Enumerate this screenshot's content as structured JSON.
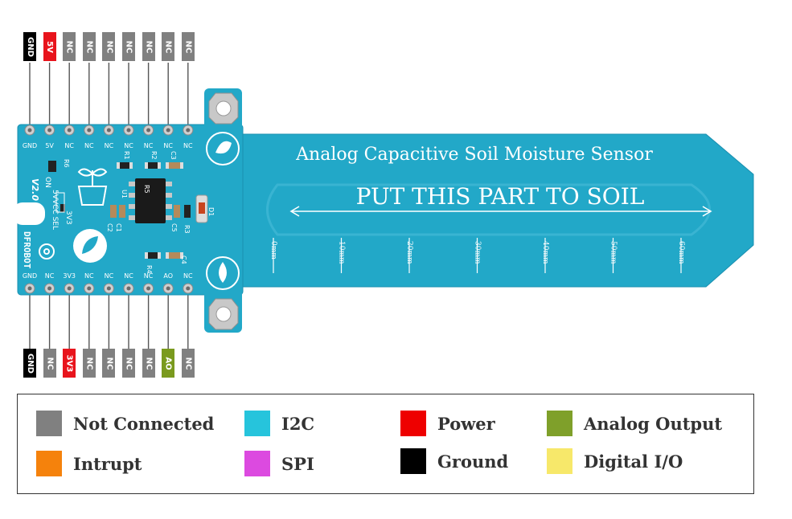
{
  "board": {
    "title": "Analog Capacitive Soil Moisture Sensor",
    "instruction": "PUT THIS PART TO SOIL",
    "scale_marks": [
      "0mm",
      "10mm",
      "20mm",
      "30mm",
      "40mm",
      "50mm",
      "60mm"
    ],
    "version": "V2.0",
    "brand": "DFROBOT",
    "vcc_sel": "VCC SEL",
    "opt_5v": "5V",
    "opt_3v3": "3V3",
    "opt_on": "ON",
    "components": [
      "R1",
      "R2",
      "R3",
      "R4",
      "R5",
      "R6",
      "C1",
      "C2",
      "C3",
      "C4",
      "C5",
      "U1",
      "D1"
    ],
    "top_silk": [
      "GND",
      "5V",
      "NC",
      "NC",
      "NC",
      "NC",
      "NC",
      "NC",
      "NC"
    ],
    "bottom_silk": [
      "GND",
      "NC",
      "3V3",
      "NC",
      "NC",
      "NC",
      "NC",
      "AO",
      "NC"
    ]
  },
  "top_pins": [
    {
      "label": "GND",
      "color": "#000000"
    },
    {
      "label": "5V",
      "color": "#e8141c"
    },
    {
      "label": "NC",
      "color": "#808080"
    },
    {
      "label": "NC",
      "color": "#808080"
    },
    {
      "label": "NC",
      "color": "#808080"
    },
    {
      "label": "NC",
      "color": "#808080"
    },
    {
      "label": "NC",
      "color": "#808080"
    },
    {
      "label": "NC",
      "color": "#808080"
    },
    {
      "label": "NC",
      "color": "#808080"
    }
  ],
  "bottom_pins": [
    {
      "label": "GND",
      "color": "#000000"
    },
    {
      "label": "NC",
      "color": "#808080"
    },
    {
      "label": "3V3",
      "color": "#e8141c"
    },
    {
      "label": "NC",
      "color": "#808080"
    },
    {
      "label": "NC",
      "color": "#808080"
    },
    {
      "label": "NC",
      "color": "#808080"
    },
    {
      "label": "NC",
      "color": "#808080"
    },
    {
      "label": "AO",
      "color": "#7a9a1e"
    },
    {
      "label": "NC",
      "color": "#808080"
    }
  ],
  "legend": [
    {
      "label": "Not Connected",
      "color": "#808080"
    },
    {
      "label": "I2C",
      "color": "#26c4dc"
    },
    {
      "label": "Power",
      "color": "#ee0000"
    },
    {
      "label": "Analog Output",
      "color": "#7fa02a"
    },
    {
      "label": "Intrupt",
      "color": "#f5820c"
    },
    {
      "label": "SPI",
      "color": "#dc4ae0"
    },
    {
      "label": "Ground",
      "color": "#000000"
    },
    {
      "label": "Digital I/O",
      "color": "#f7e86a"
    }
  ]
}
